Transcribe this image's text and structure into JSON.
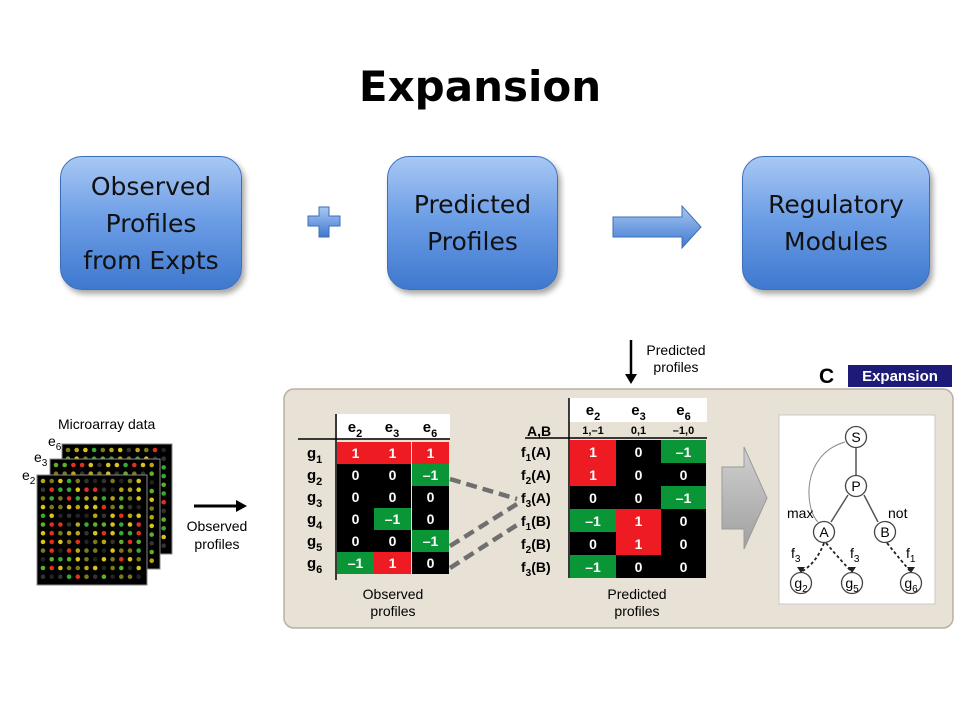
{
  "title": "Expansion",
  "boxes": {
    "observed": "Observed\nProfiles\nfrom Expts",
    "predicted": "Predicted\nProfiles",
    "modules": "Regulatory\nModules"
  },
  "figure": {
    "panel_letter": "C",
    "panel_badge": "Expansion",
    "predicted_profiles_top": [
      "Predicted",
      "profiles"
    ],
    "microarray_label": "Microarray data",
    "array_labels": [
      "e6",
      "e3",
      "e2"
    ],
    "observed_arrow_label": [
      "Observed",
      "profiles"
    ],
    "observed_caption": [
      "Observed",
      "profiles"
    ],
    "predicted_caption": [
      "Predicted",
      "profiles"
    ],
    "observed_cols": [
      {
        "b": "e",
        "s": "2"
      },
      {
        "b": "e",
        "s": "3"
      },
      {
        "b": "e",
        "s": "6"
      }
    ],
    "observed_rows": [
      {
        "b": "g",
        "s": "1",
        "cells": [
          "1",
          "1",
          "1"
        ]
      },
      {
        "b": "g",
        "s": "2",
        "cells": [
          "0",
          "0",
          "–1"
        ]
      },
      {
        "b": "g",
        "s": "3",
        "cells": [
          "0",
          "0",
          "0"
        ]
      },
      {
        "b": "g",
        "s": "4",
        "cells": [
          "0",
          "–1",
          "0"
        ]
      },
      {
        "b": "g",
        "s": "5",
        "cells": [
          "0",
          "0",
          "–1"
        ]
      },
      {
        "b": "g",
        "s": "6",
        "cells": [
          "–1",
          "1",
          "0"
        ]
      }
    ],
    "pred_header_label": "A,B",
    "pred_cols": [
      {
        "b": "e",
        "s": "2",
        "sub": "1,–1"
      },
      {
        "b": "e",
        "s": "3",
        "sub": "0,1"
      },
      {
        "b": "e",
        "s": "6",
        "sub": "–1,0"
      }
    ],
    "pred_rows": [
      {
        "b": "f",
        "s": "1",
        "arg": "(A)",
        "cells": [
          "1",
          "0",
          "–1"
        ]
      },
      {
        "b": "f",
        "s": "2",
        "arg": "(A)",
        "cells": [
          "1",
          "0",
          "0"
        ]
      },
      {
        "b": "f",
        "s": "3",
        "arg": "(A)",
        "cells": [
          "0",
          "0",
          "–1"
        ]
      },
      {
        "b": "f",
        "s": "1",
        "arg": "(B)",
        "cells": [
          "–1",
          "1",
          "0"
        ]
      },
      {
        "b": "f",
        "s": "2",
        "arg": "(B)",
        "cells": [
          "0",
          "1",
          "0"
        ]
      },
      {
        "b": "f",
        "s": "3",
        "arg": "(B)",
        "cells": [
          "–1",
          "0",
          "0"
        ]
      }
    ],
    "network": {
      "S": "S",
      "P": "P",
      "A": "A",
      "B": "B",
      "edge_max": "max",
      "edge_not": "not",
      "targets": [
        {
          "b": "g",
          "s": "2",
          "f": "f",
          "fs": "3"
        },
        {
          "b": "g",
          "s": "5",
          "f": "f",
          "fs": "3"
        },
        {
          "b": "g",
          "s": "6",
          "f": "f",
          "fs": "1"
        }
      ]
    },
    "colors": {
      "red": "#ee1b22",
      "green": "#0a9636",
      "black": "#000000",
      "badge": "#1e1a78",
      "panel": "#e7e1d6"
    }
  }
}
